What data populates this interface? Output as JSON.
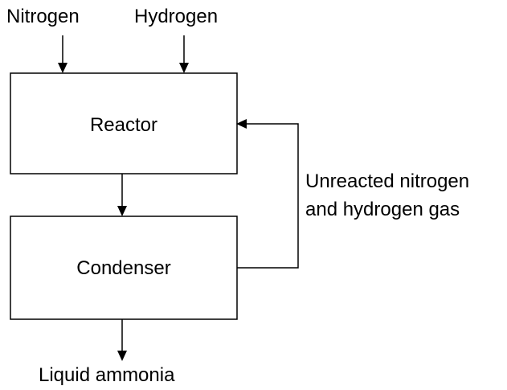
{
  "inputs": {
    "nitrogen": "Nitrogen",
    "hydrogen": "Hydrogen"
  },
  "nodes": {
    "reactor": "Reactor",
    "condenser": "Condenser"
  },
  "recycle": {
    "line1": "Unreacted nitrogen",
    "line2": "and hydrogen gas"
  },
  "output": {
    "product": "Liquid ammonia"
  },
  "colors": {
    "stroke": "#000000",
    "background": "#ffffff"
  }
}
